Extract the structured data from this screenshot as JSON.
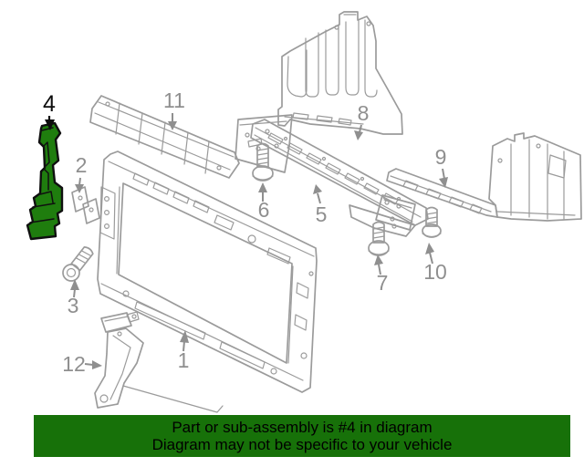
{
  "diagram": {
    "type": "auto-parts-exploded-diagram",
    "highlighted_part": "4",
    "line_color": "#9b9b9b",
    "label_color": "#8f8f8f",
    "highlight_fill_color": "#1f7d0e",
    "highlight_outline_color": "#101010",
    "labels": {
      "l1": "1",
      "l2": "2",
      "l3": "3",
      "l4": "4",
      "l5": "5",
      "l6": "6",
      "l7": "7",
      "l8": "8",
      "l9": "9",
      "l10": "10",
      "l11": "11",
      "l12": "12"
    }
  },
  "banner": {
    "line1": "Part or sub-assembly is #4 in diagram",
    "line2": "Diagram may not be specific to your vehicle",
    "background_color": "#177109",
    "text_color": "#000000"
  }
}
